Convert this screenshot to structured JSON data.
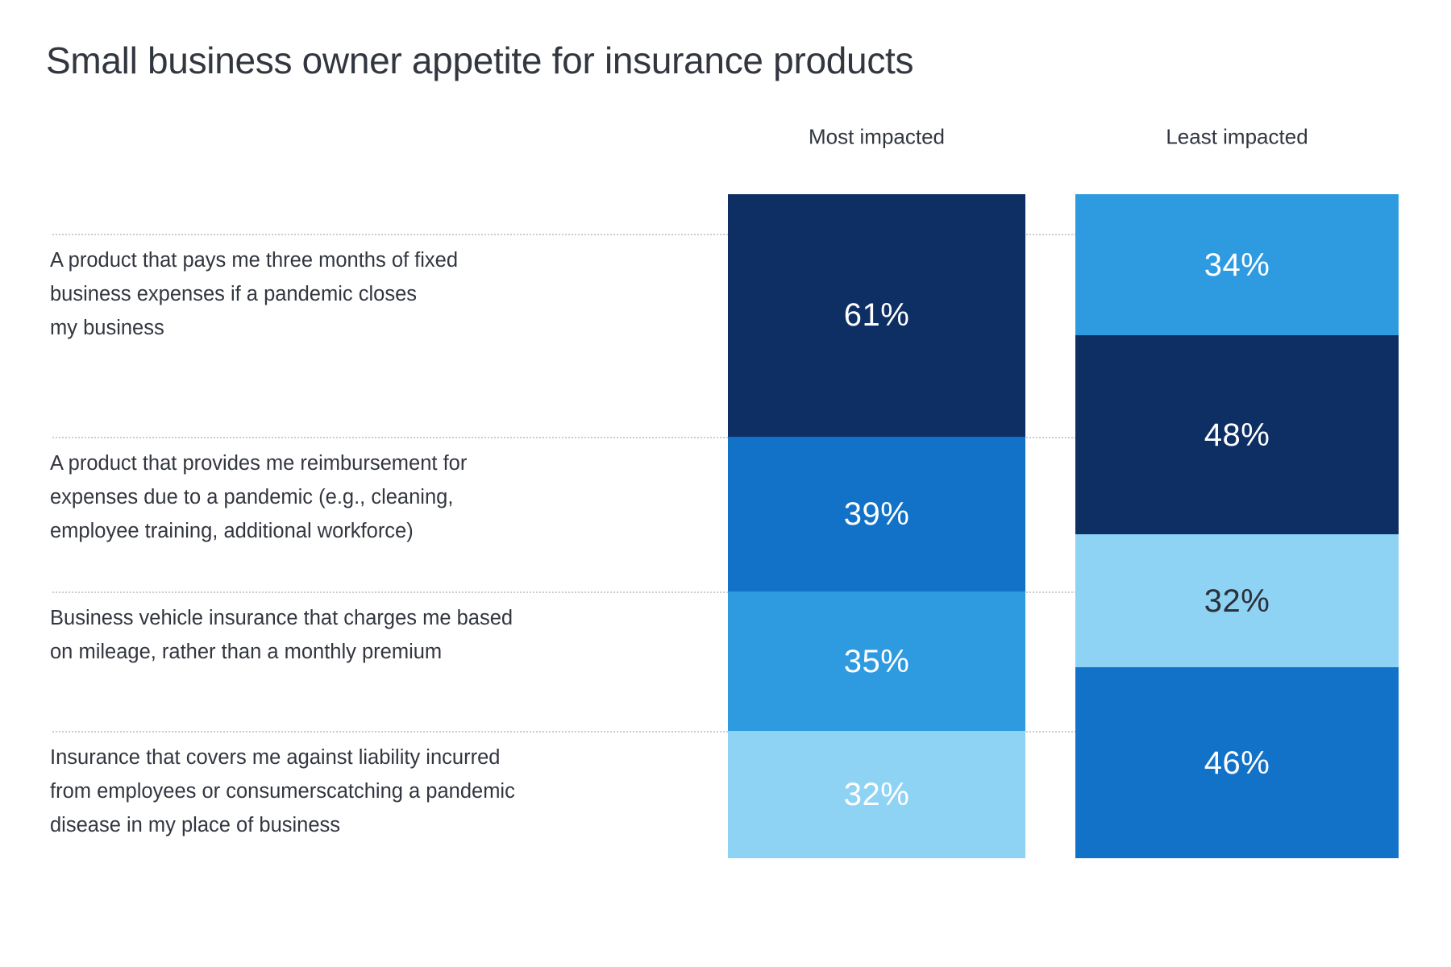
{
  "title": "Small business owner appetite for insurance products",
  "columns": [
    {
      "label": "Most impacted"
    },
    {
      "label": "Least impacted"
    }
  ],
  "rows": [
    {
      "label": "A product that pays me three months of fixed business expenses if a pandemic closes my business",
      "lines": [
        "A product that pays me three months of fixed",
        "business expenses if a pandemic closes",
        "my business"
      ]
    },
    {
      "label": "A product that provides me reimbursement for expenses due to a pandemic (e.g., cleaning, employee training, additional workforce)",
      "lines": [
        "A product that provides me reimbursement for",
        "expenses due to a pandemic (e.g., cleaning,",
        "employee training, additional workforce)"
      ]
    },
    {
      "label": "Business vehicle insurance that charges me based on mileage, rather than a monthly premium",
      "lines": [
        "Business vehicle insurance that charges me based",
        "on mileage, rather than a monthly premium"
      ]
    },
    {
      "label": "Insurance that covers me against liability incurred from employees or consumerscatching a pandemic disease in my place of business",
      "lines": [
        "Insurance that covers me against liability incurred",
        "from employees or consumerscatching a pandemic",
        "disease in my place of business"
      ]
    }
  ],
  "chart_data": {
    "type": "bar",
    "title": "Small business owner appetite for insurance products",
    "xlabel": "",
    "ylabel": "",
    "grid": false,
    "legend_position": "none",
    "orientation": "vertical-stacked",
    "unit": "%",
    "categories": [
      "A product that pays me three months of fixed business expenses if a pandemic closes my business",
      "A product that provides me reimbursement for expenses due to a pandemic (e.g., cleaning, employee training, additional workforce)",
      "Business vehicle insurance that charges me based on mileage, rather than a monthly premium",
      "Insurance that covers me against liability incurred from employees or consumerscatching a pandemic disease in my place of business"
    ],
    "series": [
      {
        "name": "Most impacted",
        "values": [
          61,
          39,
          35,
          32
        ],
        "value_labels": [
          "61%",
          "39%",
          "35%",
          "32%"
        ],
        "colors": [
          "#0d2f63",
          "#1272c8",
          "#2e9ae0",
          "#8fd3f4"
        ],
        "label_colors": [
          "light",
          "light",
          "light",
          "light"
        ]
      },
      {
        "name": "Least impacted",
        "values": [
          34,
          48,
          32,
          46
        ],
        "value_labels": [
          "34%",
          "48%",
          "32%",
          "46%"
        ],
        "colors": [
          "#2e9ae0",
          "#0d2f63",
          "#8fd3f4",
          "#1272c8"
        ],
        "label_colors": [
          "light",
          "light",
          "dark",
          "light"
        ]
      }
    ],
    "palette": {
      "navy": "#0d2f63",
      "blue": "#1272c8",
      "mid_blue": "#2e9ae0",
      "light_blue": "#8fd3f4",
      "text": "#32363f",
      "leader_line": "#c9ccd1",
      "background": "#ffffff"
    }
  }
}
